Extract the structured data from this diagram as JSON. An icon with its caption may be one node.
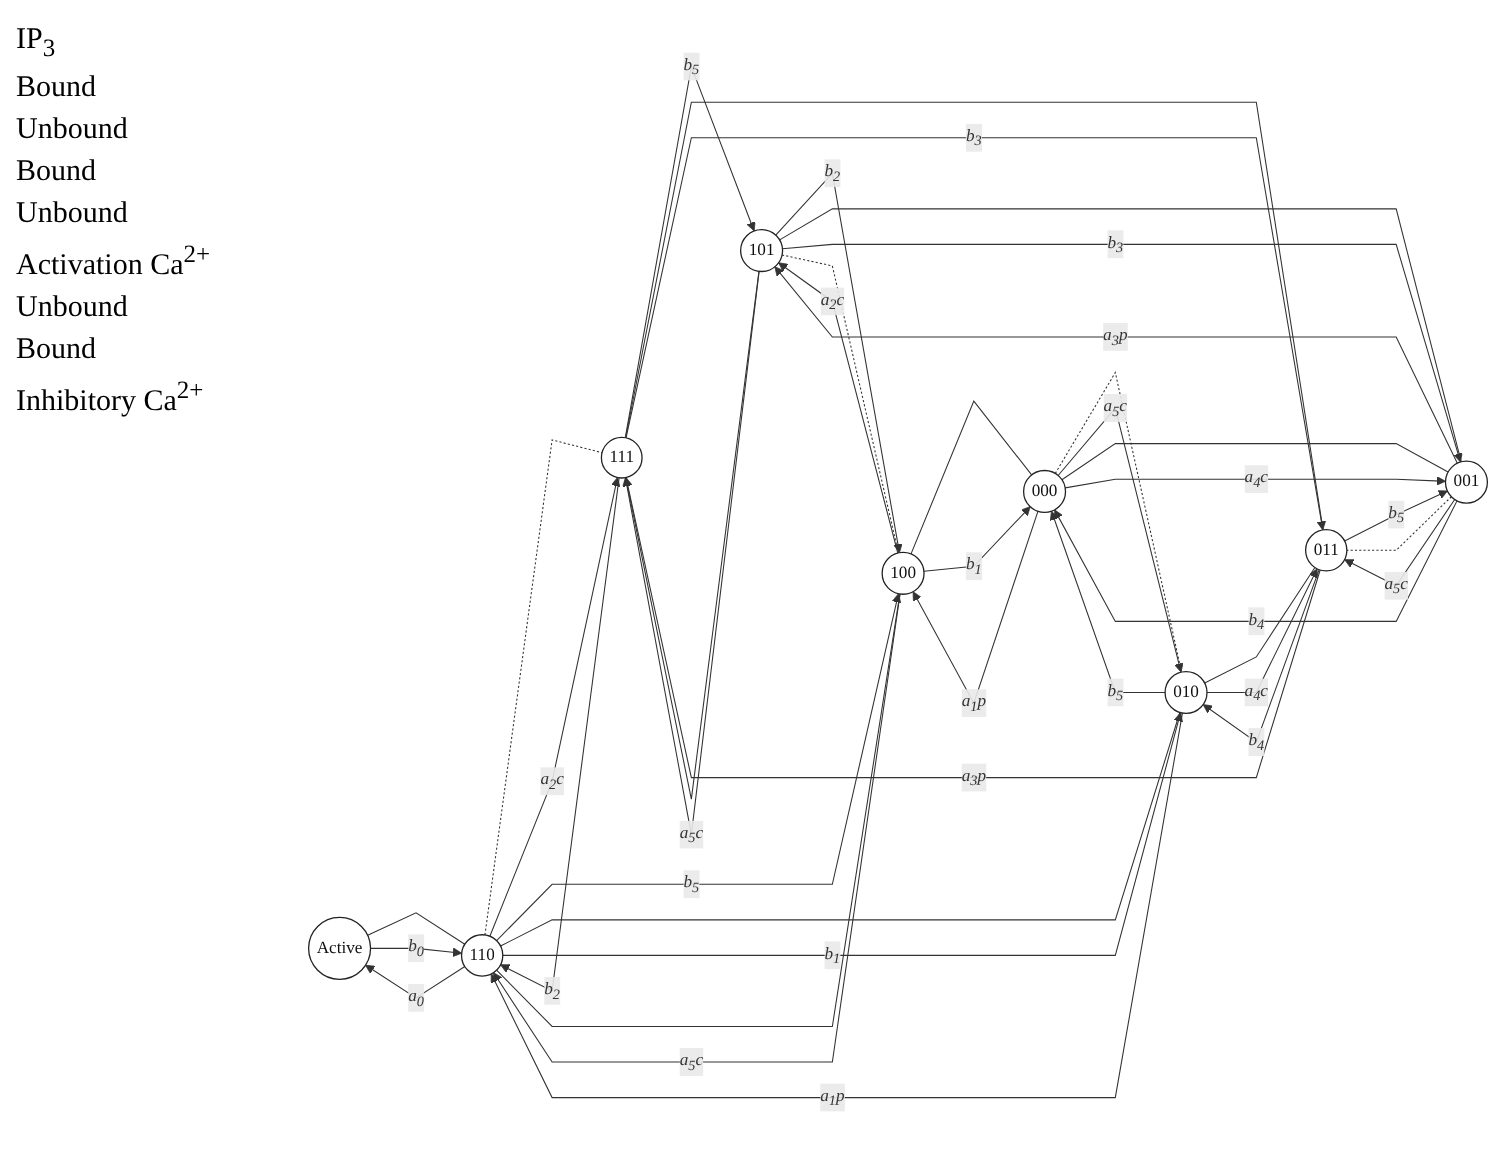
{
  "diagram": {
    "nodes": [
      {
        "text": [
          "Active"
        ]
      },
      {
        "text": [
          "110"
        ]
      },
      {
        "text": [
          "111"
        ]
      },
      {
        "text": [
          "100"
        ]
      },
      {
        "text": [
          "101"
        ]
      },
      {
        "text": [
          "010"
        ]
      },
      {
        "text": [
          "011"
        ]
      },
      {
        "text": [
          "000"
        ]
      },
      {
        "text": [
          "001"
        ]
      }
    ],
    "edges": [
      {
        "from": 0,
        "to": 1,
        "arrow": "none"
      },
      {
        "from": 0,
        "to": 1,
        "arrow": "to",
        "label": "b$_{0}$"
      },
      {
        "from": 1,
        "to": 0,
        "arrow": "to",
        "label": "a$_{0}$"
      },
      {
        "from": 1,
        "to": 2,
        "arrow": "none",
        "style": "dashed"
      },
      {
        "from": 1,
        "to": 2,
        "arrow": "to",
        "label": "a$_{2}$c"
      },
      {
        "from": 2,
        "to": 1,
        "arrow": "to",
        "label": "b$_{2}$"
      },
      {
        "from": 3,
        "to": 1,
        "arrow": "none"
      },
      {
        "from": 3,
        "to": 1,
        "arrow": "to",
        "label": "a$_{5}$c"
      },
      {
        "from": 1,
        "to": 3,
        "arrow": "to",
        "label": "b$_{5}$"
      },
      {
        "from": 3,
        "to": 4,
        "arrow": "none",
        "style": "dashed"
      },
      {
        "from": 3,
        "to": 4,
        "arrow": "to",
        "label": "a$_{2}$c"
      },
      {
        "from": 4,
        "to": 3,
        "arrow": "to",
        "label": "b$_{2}$"
      },
      {
        "from": 1,
        "to": 5,
        "arrow": "none"
      },
      {
        "from": 5,
        "to": 1,
        "arrow": "to",
        "label": "a$_{1}$p"
      },
      {
        "from": 1,
        "to": 5,
        "arrow": "to",
        "label": "b$_{1}$"
      },
      {
        "from": 4,
        "to": 2,
        "arrow": "none"
      },
      {
        "from": 4,
        "to": 2,
        "arrow": "to",
        "label": "a$_{5}$c"
      },
      {
        "from": 2,
        "to": 4,
        "arrow": "to",
        "label": "b$_{5}$"
      },
      {
        "from": 2,
        "to": 6,
        "arrow": "none"
      },
      {
        "from": 6,
        "to": 2,
        "arrow": "to",
        "label": "a$_{3}$p"
      },
      {
        "from": 2,
        "to": 6,
        "arrow": "to",
        "label": "b$_{3}$"
      },
      {
        "from": 3,
        "to": 7,
        "arrow": "none"
      },
      {
        "from": 7,
        "to": 3,
        "arrow": "to",
        "label": "a$_{1}$p"
      },
      {
        "from": 3,
        "to": 7,
        "arrow": "to",
        "label": "b$_{1}$"
      },
      {
        "from": 5,
        "to": 6,
        "arrow": "none"
      },
      {
        "from": 5,
        "to": 6,
        "arrow": "to",
        "label": "a$_{4}$c"
      },
      {
        "from": 6,
        "to": 5,
        "arrow": "to",
        "label": "b$_{4}$"
      },
      {
        "from": 4,
        "to": 8,
        "arrow": "none"
      },
      {
        "from": 8,
        "to": 4,
        "arrow": "to",
        "label": "a$_{3}$p"
      },
      {
        "from": 4,
        "to": 8,
        "arrow": "to",
        "label": "b$_{3}$"
      },
      {
        "from": 7,
        "to": 5,
        "arrow": "none",
        "style": "dashed"
      },
      {
        "from": 7,
        "to": 5,
        "arrow": "to",
        "label": "a$_{5}$c"
      },
      {
        "from": 5,
        "to": 7,
        "arrow": "to",
        "label": "b$_{5}$"
      },
      {
        "from": 8,
        "to": 6,
        "arrow": "none",
        "style": "dashed"
      },
      {
        "from": 8,
        "to": 6,
        "arrow": "to",
        "label": "a$_{5}$c"
      },
      {
        "from": 6,
        "to": 8,
        "arrow": "to",
        "label": "b$_{5}$"
      },
      {
        "from": 7,
        "to": 8,
        "arrow": "none"
      },
      {
        "from": 7,
        "to": 8,
        "arrow": "to",
        "label": "a$_{4}$c"
      },
      {
        "from": 8,
        "to": 7,
        "arrow": "to",
        "label": "b$_{4}$"
      }
    ],
    "labels": [
      "IP$_{3}$",
      "Bound",
      "Unbound",
      "Bound",
      "Unbound",
      "Activation Ca$^{2+}$",
      "Unbound",
      "Bound",
      "Inhibitory Ca$^{2+}$"
    ]
  }
}
